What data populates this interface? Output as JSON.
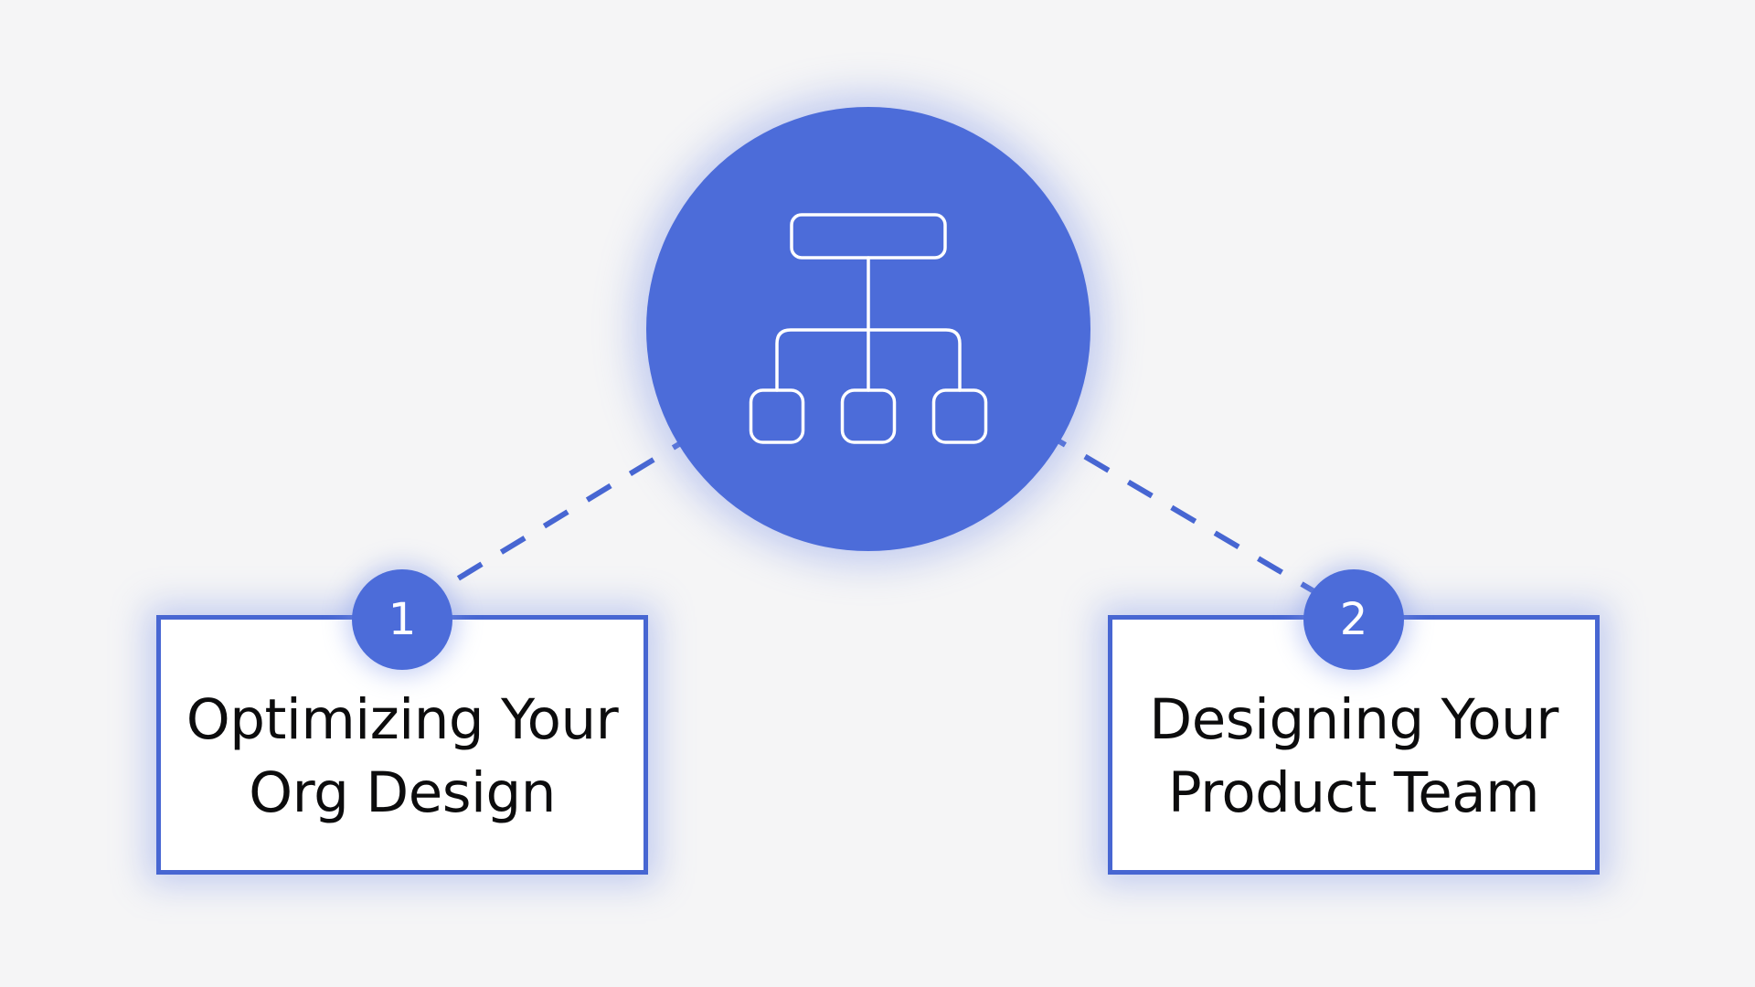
{
  "page": {
    "background": "#F5F5F6",
    "type": "two-step process diagram"
  },
  "palette": {
    "accent_fill": "#4C6CD9",
    "accent_border": "#4766D2",
    "glow": "rgba(130, 152, 232, 0.45)",
    "icon_stroke": "#FFFFFF",
    "title_color": "#0C0C0D",
    "card_bg": "#FFFFFF",
    "badge_text": "#FFFFFF"
  },
  "hub": {
    "icon": "org-chart-icon"
  },
  "steps": [
    {
      "number": "1",
      "title_line1": "Optimizing Your",
      "title_line2": "Org Design"
    },
    {
      "number": "2",
      "title_line1": "Designing Your",
      "title_line2": "Product Team"
    }
  ]
}
